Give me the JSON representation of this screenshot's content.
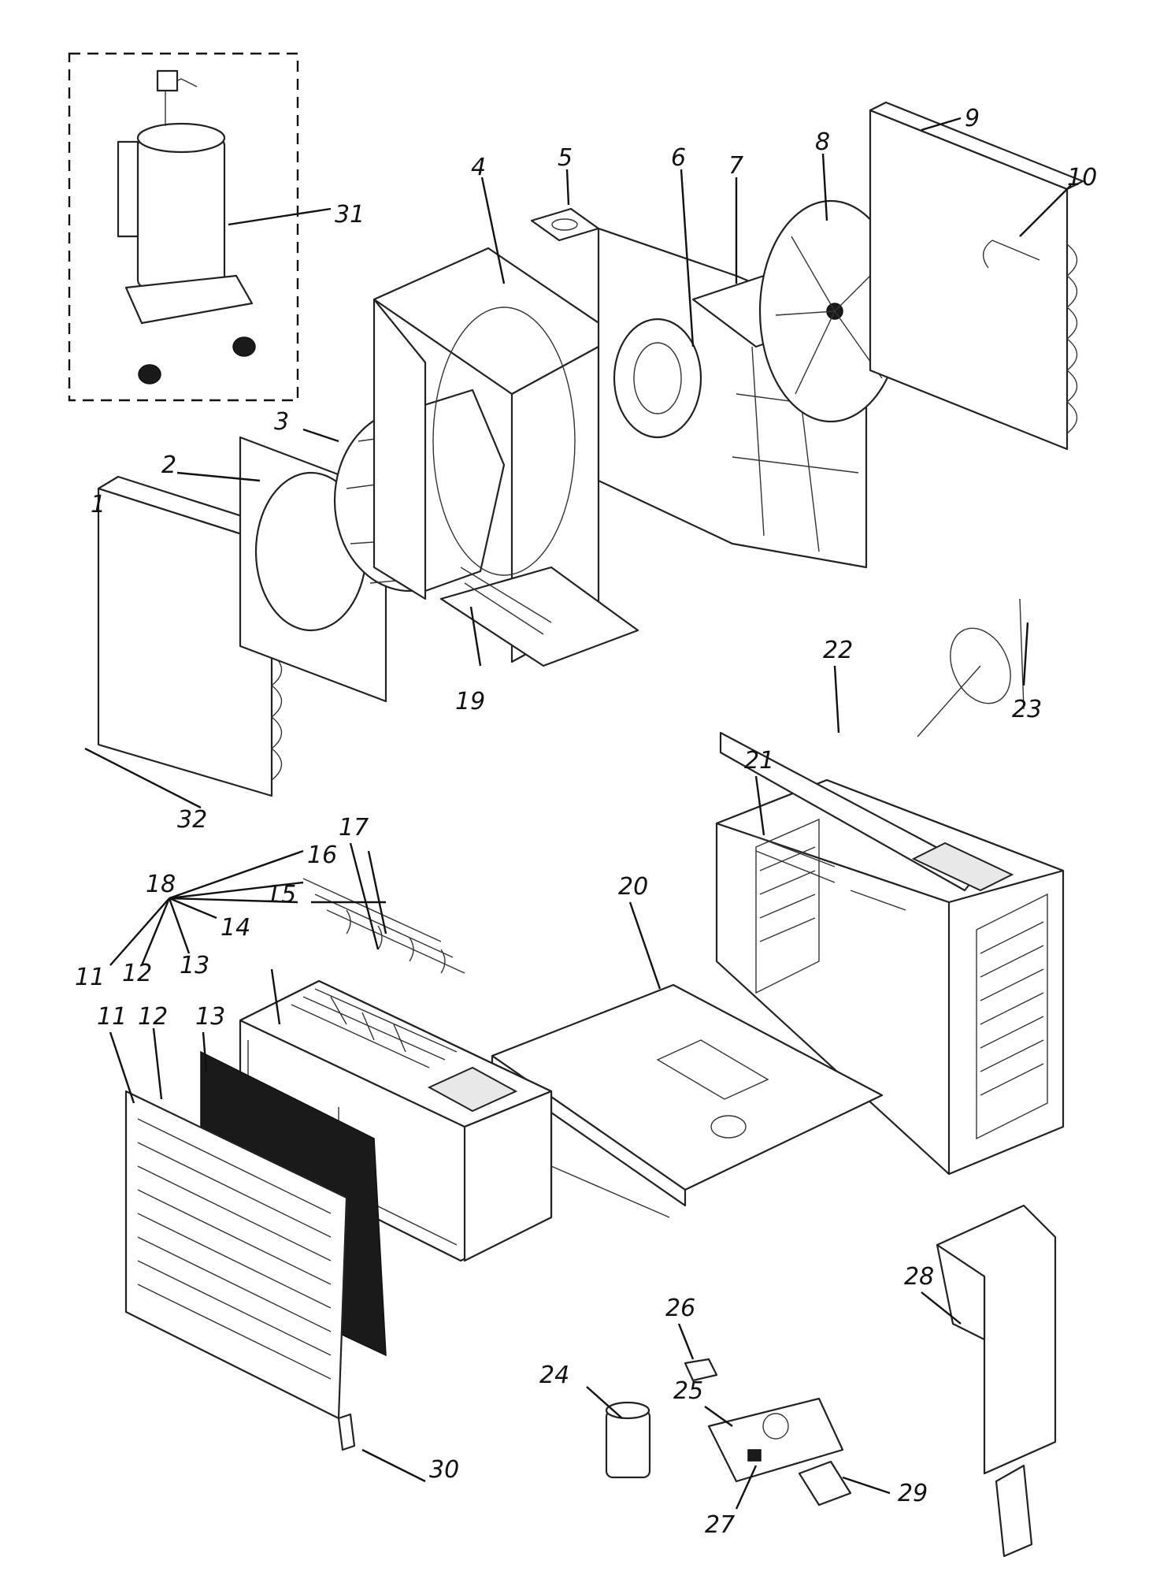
{
  "callouts": {
    "c1": "1",
    "c2": "2",
    "c3": "3",
    "c4": "4",
    "c5": "5",
    "c6": "6",
    "c7": "7",
    "c8": "8",
    "c9": "9",
    "c10": "10",
    "c11a": "11",
    "c11b": "11",
    "c12a": "12",
    "c12b": "12",
    "c13a": "13",
    "c13b": "13",
    "c14": "14",
    "c15": "15",
    "c16": "16",
    "c17": "17",
    "c18": "18",
    "c19": "19",
    "c20": "20",
    "c21": "21",
    "c22": "22",
    "c23": "23",
    "c24": "24",
    "c25": "25",
    "c26": "26",
    "c27": "27",
    "c28": "28",
    "c29": "29",
    "c30": "30",
    "c31": "31",
    "c32": "32"
  }
}
